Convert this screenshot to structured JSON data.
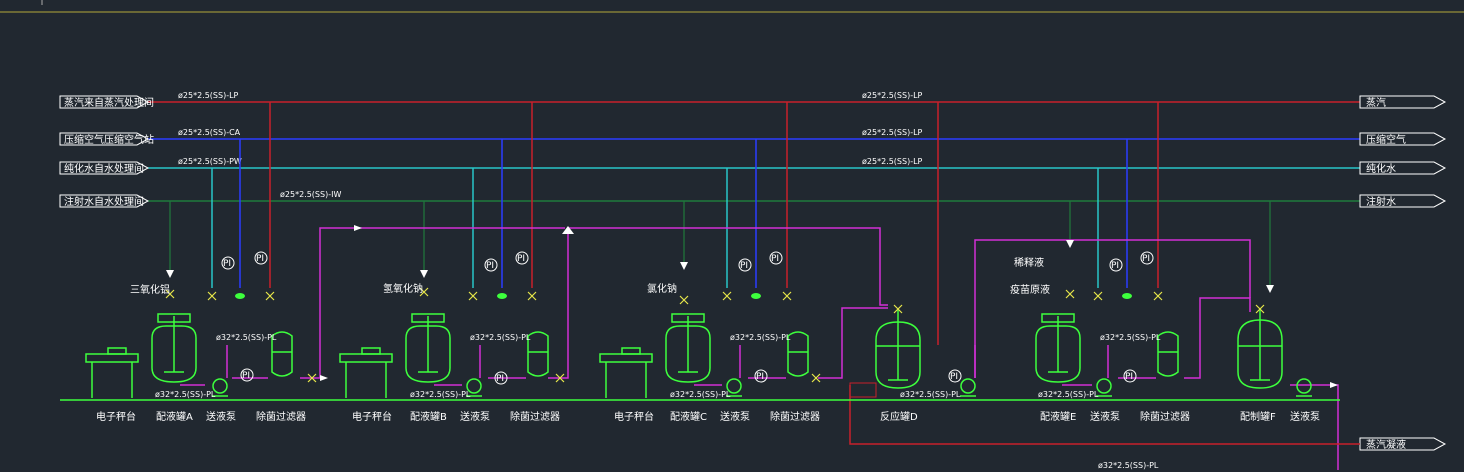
{
  "colors": {
    "background": "#212830",
    "steam": "#c8202a",
    "air": "#2a3cff",
    "pure_water": "#29c6c8",
    "wfi": "#1f7a3c",
    "process": "#d22fd6",
    "equipment": "#3dff3d",
    "valve": "#e8e84a",
    "text": "#ffffff"
  },
  "sources": [
    {
      "id": "steam",
      "label": "蒸汽来自蒸汽处理间"
    },
    {
      "id": "air",
      "label": "压缩空气压缩空气站"
    },
    {
      "id": "pw",
      "label": "纯化水自水处理间"
    },
    {
      "id": "wfi",
      "label": "注射水自水处理间"
    }
  ],
  "outlets": [
    {
      "id": "steam",
      "label": "蒸汽"
    },
    {
      "id": "air",
      "label": "压缩空气"
    },
    {
      "id": "pw",
      "label": "纯化水"
    },
    {
      "id": "wfi",
      "label": "注射水"
    },
    {
      "id": "drain",
      "label": "蒸汽凝液"
    }
  ],
  "pipe_specs": {
    "lp": "ø25*2.5(SS)-LP",
    "ca": "ø25*2.5(SS)-CA",
    "pw": "ø25*2.5(SS)-PW",
    "iw": "ø25*2.5(SS)-IW",
    "pl": "ø32*2.5(SS)-PL"
  },
  "instrument": "PI",
  "chemicals": [
    "三氧化铝",
    "氢氧化钠",
    "氯化钠",
    "稀释液",
    "疫苗原液"
  ],
  "equipment": {
    "scale": "电子秤台",
    "tank_a": "配液罐A",
    "tank_b": "配液罐B",
    "tank_c": "配液罐C",
    "reactor_d": "反应罐D",
    "tank_e": "配液罐E",
    "tank_f": "配制罐F",
    "pump": "送液泵",
    "filter": "除菌过滤器"
  }
}
